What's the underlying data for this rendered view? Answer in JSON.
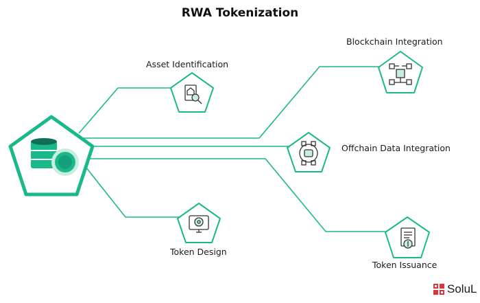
{
  "title": "RWA Tokenization",
  "colors": {
    "accent": "#1ab98a",
    "accent_dark": "#0f6f5b",
    "accent_light": "#c9eee1",
    "node_fill": "#ffffff",
    "logo_red": "#d9363e"
  },
  "hub": {
    "icon": "database-coin-icon"
  },
  "nodes": [
    {
      "id": "asset-identification",
      "label": "Asset Identification",
      "icon": "document-search-icon"
    },
    {
      "id": "blockchain-integration",
      "label": "Blockchain Integration",
      "icon": "blockchain-network-icon"
    },
    {
      "id": "offchain-data-integration",
      "label": "Offchain Data Integration",
      "icon": "data-exchange-icon"
    },
    {
      "id": "token-design",
      "label": "Token Design",
      "icon": "design-monitor-icon"
    },
    {
      "id": "token-issuance",
      "label": "Token Issuance",
      "icon": "issuance-document-icon"
    }
  ],
  "brand": {
    "text": "SoluL"
  }
}
